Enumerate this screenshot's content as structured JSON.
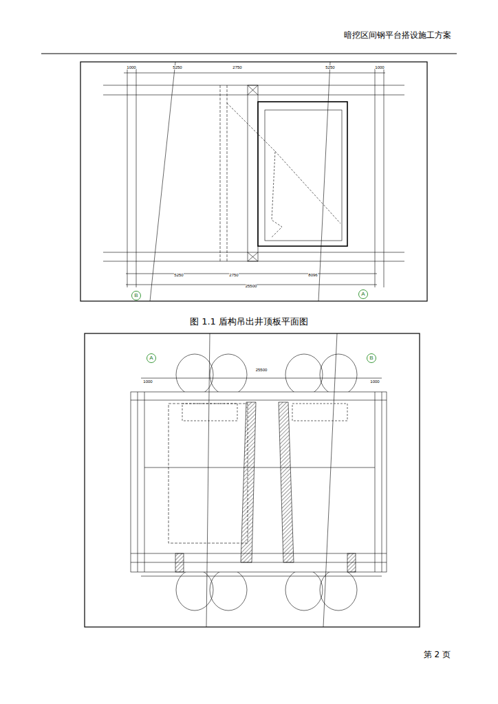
{
  "diagram": {
    "caption": "图 1.1 盾构吊出井顶板平面图",
    "nodes": [
      {
        "text": [
          "B"
        ]
      },
      {
        "text": [
          "A"
        ]
      },
      {
        "text": [
          "A"
        ]
      },
      {
        "text": [
          "B"
        ]
      }
    ],
    "labels": [
      "暗挖区间钢平台搭设施工方案",
      "第 2 页",
      "1000",
      "5250",
      "2750",
      "5250",
      "1000",
      "5250",
      "2750",
      "8096",
      "25500",
      "25500",
      "1000",
      "1000"
    ]
  }
}
